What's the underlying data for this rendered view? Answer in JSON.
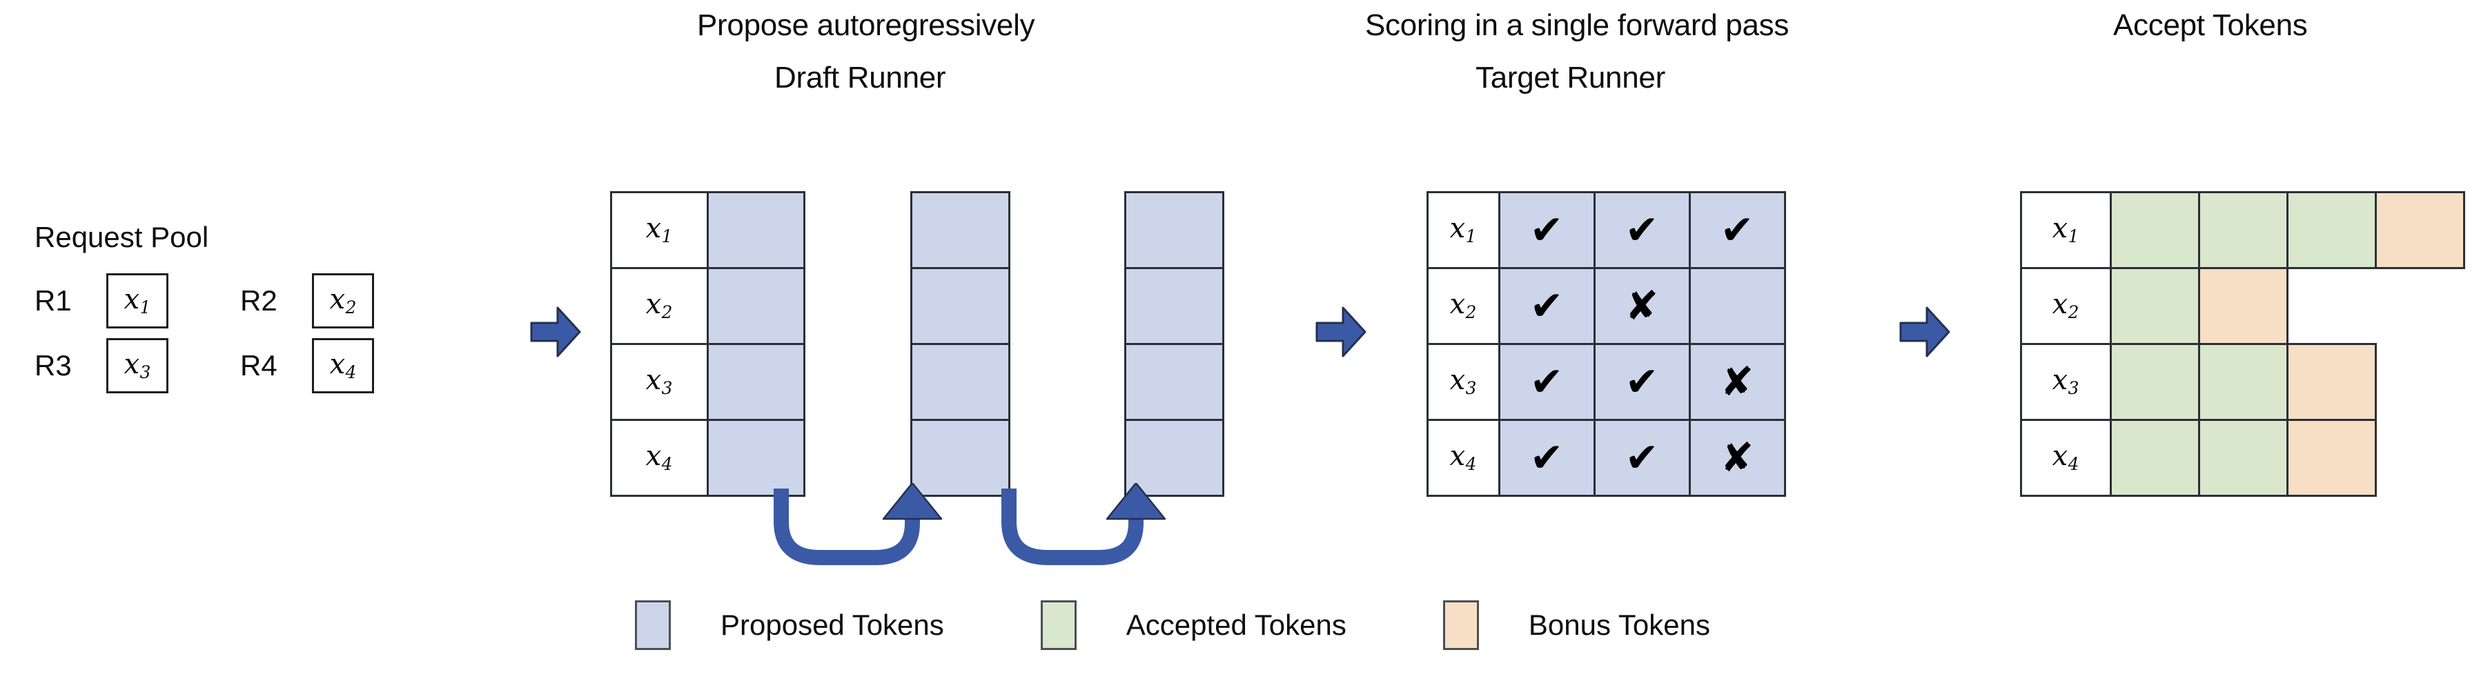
{
  "stages": {
    "request_pool": {
      "title": "Request Pool",
      "rows": [
        {
          "r_label": "R1",
          "token": "x",
          "token_sub": "1"
        },
        {
          "r_label": "R2",
          "token": "x",
          "token_sub": "2"
        },
        {
          "r_label": "R3",
          "token": "x",
          "token_sub": "3"
        },
        {
          "r_label": "R4",
          "token": "x",
          "token_sub": "4"
        }
      ]
    },
    "draft_runner": {
      "caption": "Propose autoregressively",
      "title": "Draft Runner",
      "row_labels": [
        "x",
        "x",
        "x",
        "x"
      ],
      "row_subs": [
        "1",
        "2",
        "3",
        "4"
      ],
      "num_proposal_columns": 3
    },
    "target_runner": {
      "caption": "Scoring in a single forward pass",
      "title": "Target Runner",
      "row_labels": [
        "x",
        "x",
        "x",
        "x"
      ],
      "row_subs": [
        "1",
        "2",
        "3",
        "4"
      ],
      "marks": [
        [
          "check",
          "check",
          "check"
        ],
        [
          "check",
          "cross",
          "empty"
        ],
        [
          "check",
          "check",
          "cross"
        ],
        [
          "check",
          "check",
          "cross"
        ]
      ],
      "check_glyph": "✔",
      "cross_glyph": "✘"
    },
    "accept_tokens": {
      "title": "Accept Tokens",
      "row_labels": [
        "x",
        "x",
        "x",
        "x"
      ],
      "row_subs": [
        "1",
        "2",
        "3",
        "4"
      ],
      "cells": [
        [
          "green",
          "green",
          "green",
          "orange"
        ],
        [
          "green",
          "orange",
          "blank",
          "blank"
        ],
        [
          "green",
          "green",
          "orange",
          "blank"
        ],
        [
          "green",
          "green",
          "orange",
          "blank"
        ]
      ]
    }
  },
  "legend": {
    "items": [
      {
        "label": "Proposed Tokens",
        "color": "#ccd5ea"
      },
      {
        "label": "Accepted Tokens",
        "color": "#d9e7cd"
      },
      {
        "label": "Bonus Tokens",
        "color": "#f7dfc5"
      }
    ]
  },
  "colors": {
    "proposed": "#ccd5ea",
    "accepted": "#d9e7cd",
    "bonus": "#f7dfc5",
    "arrow_blue": "#3b5aa6",
    "border": "#2b2f36"
  }
}
